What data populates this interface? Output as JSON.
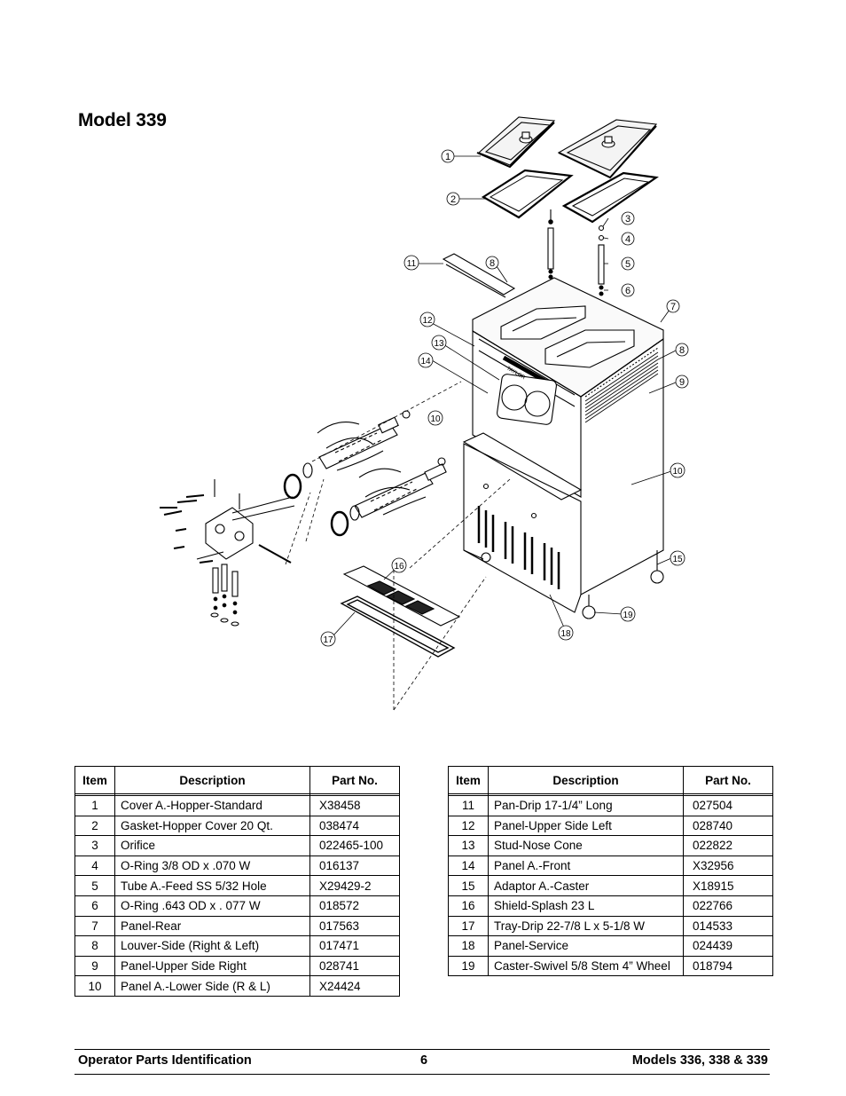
{
  "page_title": "Model 339",
  "diagram": {
    "callouts": [
      "1",
      "2",
      "3",
      "4",
      "5",
      "6",
      "7",
      "8",
      "9",
      "10",
      "11",
      "12",
      "13",
      "14",
      "15",
      "16",
      "17",
      "18",
      "19"
    ],
    "extra_callouts": {
      "louver_8_top": "8",
      "lower_panel_10": "10"
    },
    "panel_label": "TAYLOR"
  },
  "tables": {
    "headers": {
      "item": "Item",
      "description": "Description",
      "part": "Part No."
    },
    "left": [
      {
        "item": "1",
        "description": "Cover A.-Hopper-Standard",
        "part": "X38458"
      },
      {
        "item": "2",
        "description": "Gasket-Hopper Cover 20 Qt.",
        "part": "038474"
      },
      {
        "item": "3",
        "description": "Orifice",
        "part": "022465-100"
      },
      {
        "item": "4",
        "description": "O-Ring 3/8 OD x .070 W",
        "part": "016137"
      },
      {
        "item": "5",
        "description": "Tube A.-Feed SS 5/32 Hole",
        "part": "X29429-2"
      },
      {
        "item": "6",
        "description": "O-Ring .643 OD x . 077 W",
        "part": "018572"
      },
      {
        "item": "7",
        "description": "Panel-Rear",
        "part": "017563"
      },
      {
        "item": "8",
        "description": "Louver-Side (Right & Left)",
        "part": "017471"
      },
      {
        "item": "9",
        "description": "Panel-Upper Side Right",
        "part": "028741"
      },
      {
        "item": "10",
        "description": "Panel A.-Lower Side (R & L)",
        "part": "X24424"
      }
    ],
    "right": [
      {
        "item": "11",
        "description": "Pan-Drip 17-1/4” Long",
        "part": "027504"
      },
      {
        "item": "12",
        "description": "Panel-Upper Side Left",
        "part": "028740"
      },
      {
        "item": "13",
        "description": "Stud-Nose Cone",
        "part": "022822"
      },
      {
        "item": "14",
        "description": "Panel A.-Front",
        "part": "X32956"
      },
      {
        "item": "15",
        "description": "Adaptor A.-Caster",
        "part": "X18915"
      },
      {
        "item": "16",
        "description": "Shield-Splash 23 L",
        "part": "022766"
      },
      {
        "item": "17",
        "description": "Tray-Drip 22-7/8 L x 5-1/8 W",
        "part": "014533"
      },
      {
        "item": "18",
        "description": "Panel-Service",
        "part": "024439"
      },
      {
        "item": "19",
        "description": "Caster-Swivel 5/8 Stem 4” Wheel",
        "part": "018794"
      }
    ]
  },
  "footer": {
    "left": "Operator Parts Identification",
    "page_number": "6",
    "right": "Models 336, 338 & 339"
  }
}
